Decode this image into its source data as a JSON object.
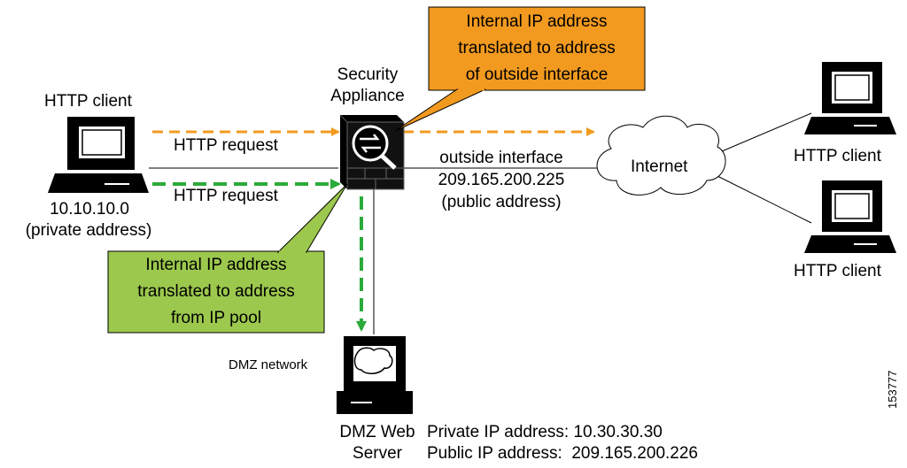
{
  "nodes": {
    "left_client": {
      "title": "HTTP client",
      "address": "10.10.10.0",
      "address_note": "(private address)"
    },
    "appliance": {
      "line1": "Security",
      "line2": "Appliance"
    },
    "internet": {
      "label": "Internet"
    },
    "right_client_top": {
      "title": "HTTP client"
    },
    "right_client_bottom": {
      "title": "HTTP client"
    },
    "dmz_server": {
      "network_label": "DMZ network",
      "line1": "DMZ Web",
      "line2": "Server",
      "private_ip": "Private IP address: 10.30.30.30",
      "public_ip": "Public IP address:  209.165.200.226"
    }
  },
  "flows": {
    "request_top": "HTTP request",
    "request_bottom": "HTTP request"
  },
  "outside_interface": {
    "line1": "outside interface",
    "line2": "209.165.200.225",
    "line3": "(public address)"
  },
  "callouts": {
    "orange": {
      "lines": [
        "Internal IP address",
        "translated to address",
        "of outside interface"
      ],
      "color": "#F29A1F"
    },
    "green": {
      "lines": [
        "Internal IP address",
        "translated to address",
        "from IP pool"
      ],
      "color": "#9CC84D"
    }
  },
  "colors": {
    "orange_arrow": "#F29A1F",
    "green_arrow": "#2BAA3A"
  },
  "figure_id": "153777"
}
